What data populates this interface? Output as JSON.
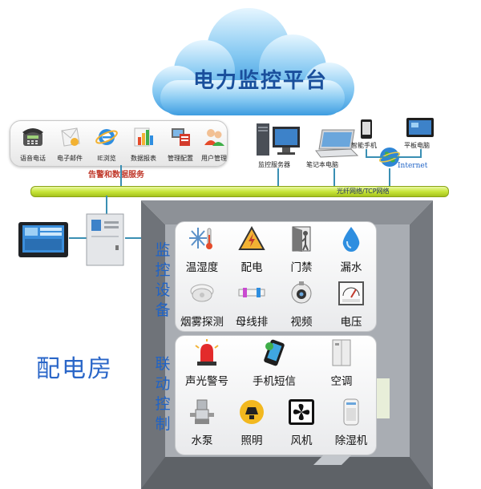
{
  "cloud": {
    "title": "电力监控平台"
  },
  "services": {
    "items": [
      {
        "label": "语音电话",
        "icon": "phone-icon"
      },
      {
        "label": "电子邮件",
        "icon": "email-icon"
      },
      {
        "label": "IE浏览",
        "icon": "ie-browser-icon"
      },
      {
        "label": "数据报表",
        "icon": "data-report-icon"
      },
      {
        "label": "管理配置",
        "icon": "management-config-icon"
      },
      {
        "label": "用户管理",
        "icon": "user-management-icon"
      }
    ],
    "caption": "告警和数据服务"
  },
  "devices": {
    "server": "监控服务器",
    "laptop": "笔记本电脑",
    "phone": "智能手机",
    "tablet": "平板电脑",
    "internet": "Internet"
  },
  "network": {
    "bus_label": "光纤网络/TCP网络"
  },
  "room": {
    "label": "配电房"
  },
  "monitor": {
    "title": "监控设备",
    "items": [
      {
        "label": "温湿度",
        "icon": "snowflake-thermometer-icon"
      },
      {
        "label": "配电",
        "icon": "high-voltage-warning-icon"
      },
      {
        "label": "门禁",
        "icon": "door-access-icon"
      },
      {
        "label": "漏水",
        "icon": "water-drop-icon"
      },
      {
        "label": "烟雾探测",
        "icon": "smoke-detector-icon"
      },
      {
        "label": "母线排",
        "icon": "busbar-icon"
      },
      {
        "label": "视频",
        "icon": "camera-icon"
      },
      {
        "label": "电压",
        "icon": "voltmeter-icon"
      }
    ]
  },
  "linkage": {
    "title": "联动控制",
    "items": [
      {
        "label": "声光警号",
        "icon": "alarm-light-icon"
      },
      {
        "label": "手机短信",
        "icon": "sms-phone-icon"
      },
      {
        "label": "空调",
        "icon": "air-conditioner-icon"
      },
      {
        "label": "水泵",
        "icon": "water-pump-icon"
      },
      {
        "label": "照明",
        "icon": "lighting-icon"
      },
      {
        "label": "风机",
        "icon": "fan-icon"
      },
      {
        "label": "除湿机",
        "icon": "dehumidifier-icon"
      }
    ]
  },
  "colors": {
    "accent": "#1f63c6",
    "bus": "#c8e63a",
    "line": "#3a8fb3",
    "cloud": "#4aa8e8"
  }
}
